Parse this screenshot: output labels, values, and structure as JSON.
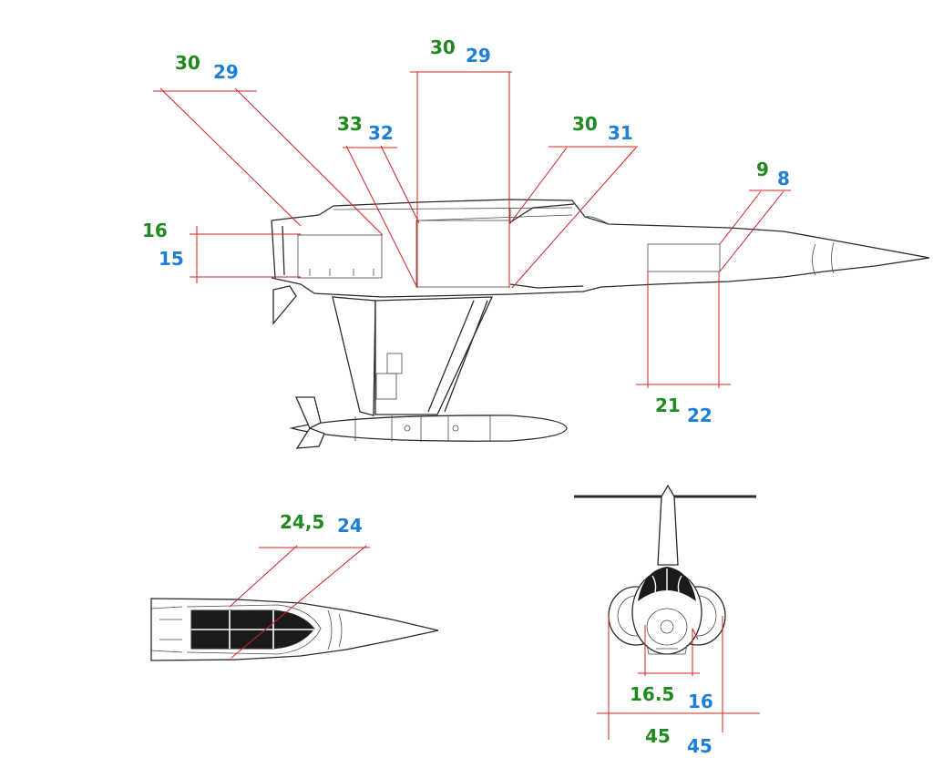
{
  "colors": {
    "green": "#1f8a1f",
    "blue": "#1e7fd8",
    "red": "#d42020",
    "ink": "#2b2b2b"
  },
  "side_view": {
    "dim_top_left": {
      "green": "30",
      "blue": "29"
    },
    "dim_top_center": {
      "green": "30",
      "blue": "29"
    },
    "dim_intake": {
      "green": "33",
      "blue": "32"
    },
    "dim_mid_right": {
      "green": "30",
      "blue": "31"
    },
    "dim_nose": {
      "green": "9",
      "blue": "8"
    },
    "dim_height": {
      "green": "16",
      "blue": "15"
    },
    "dim_bottom": {
      "green": "21",
      "blue": "22"
    }
  },
  "top_view": {
    "dim_canopy": {
      "green": "24,5",
      "blue": "24"
    }
  },
  "front_view": {
    "dim_inner": {
      "green": "16.5",
      "blue": "16"
    },
    "dim_outer": {
      "green": "45",
      "blue": "45"
    }
  }
}
